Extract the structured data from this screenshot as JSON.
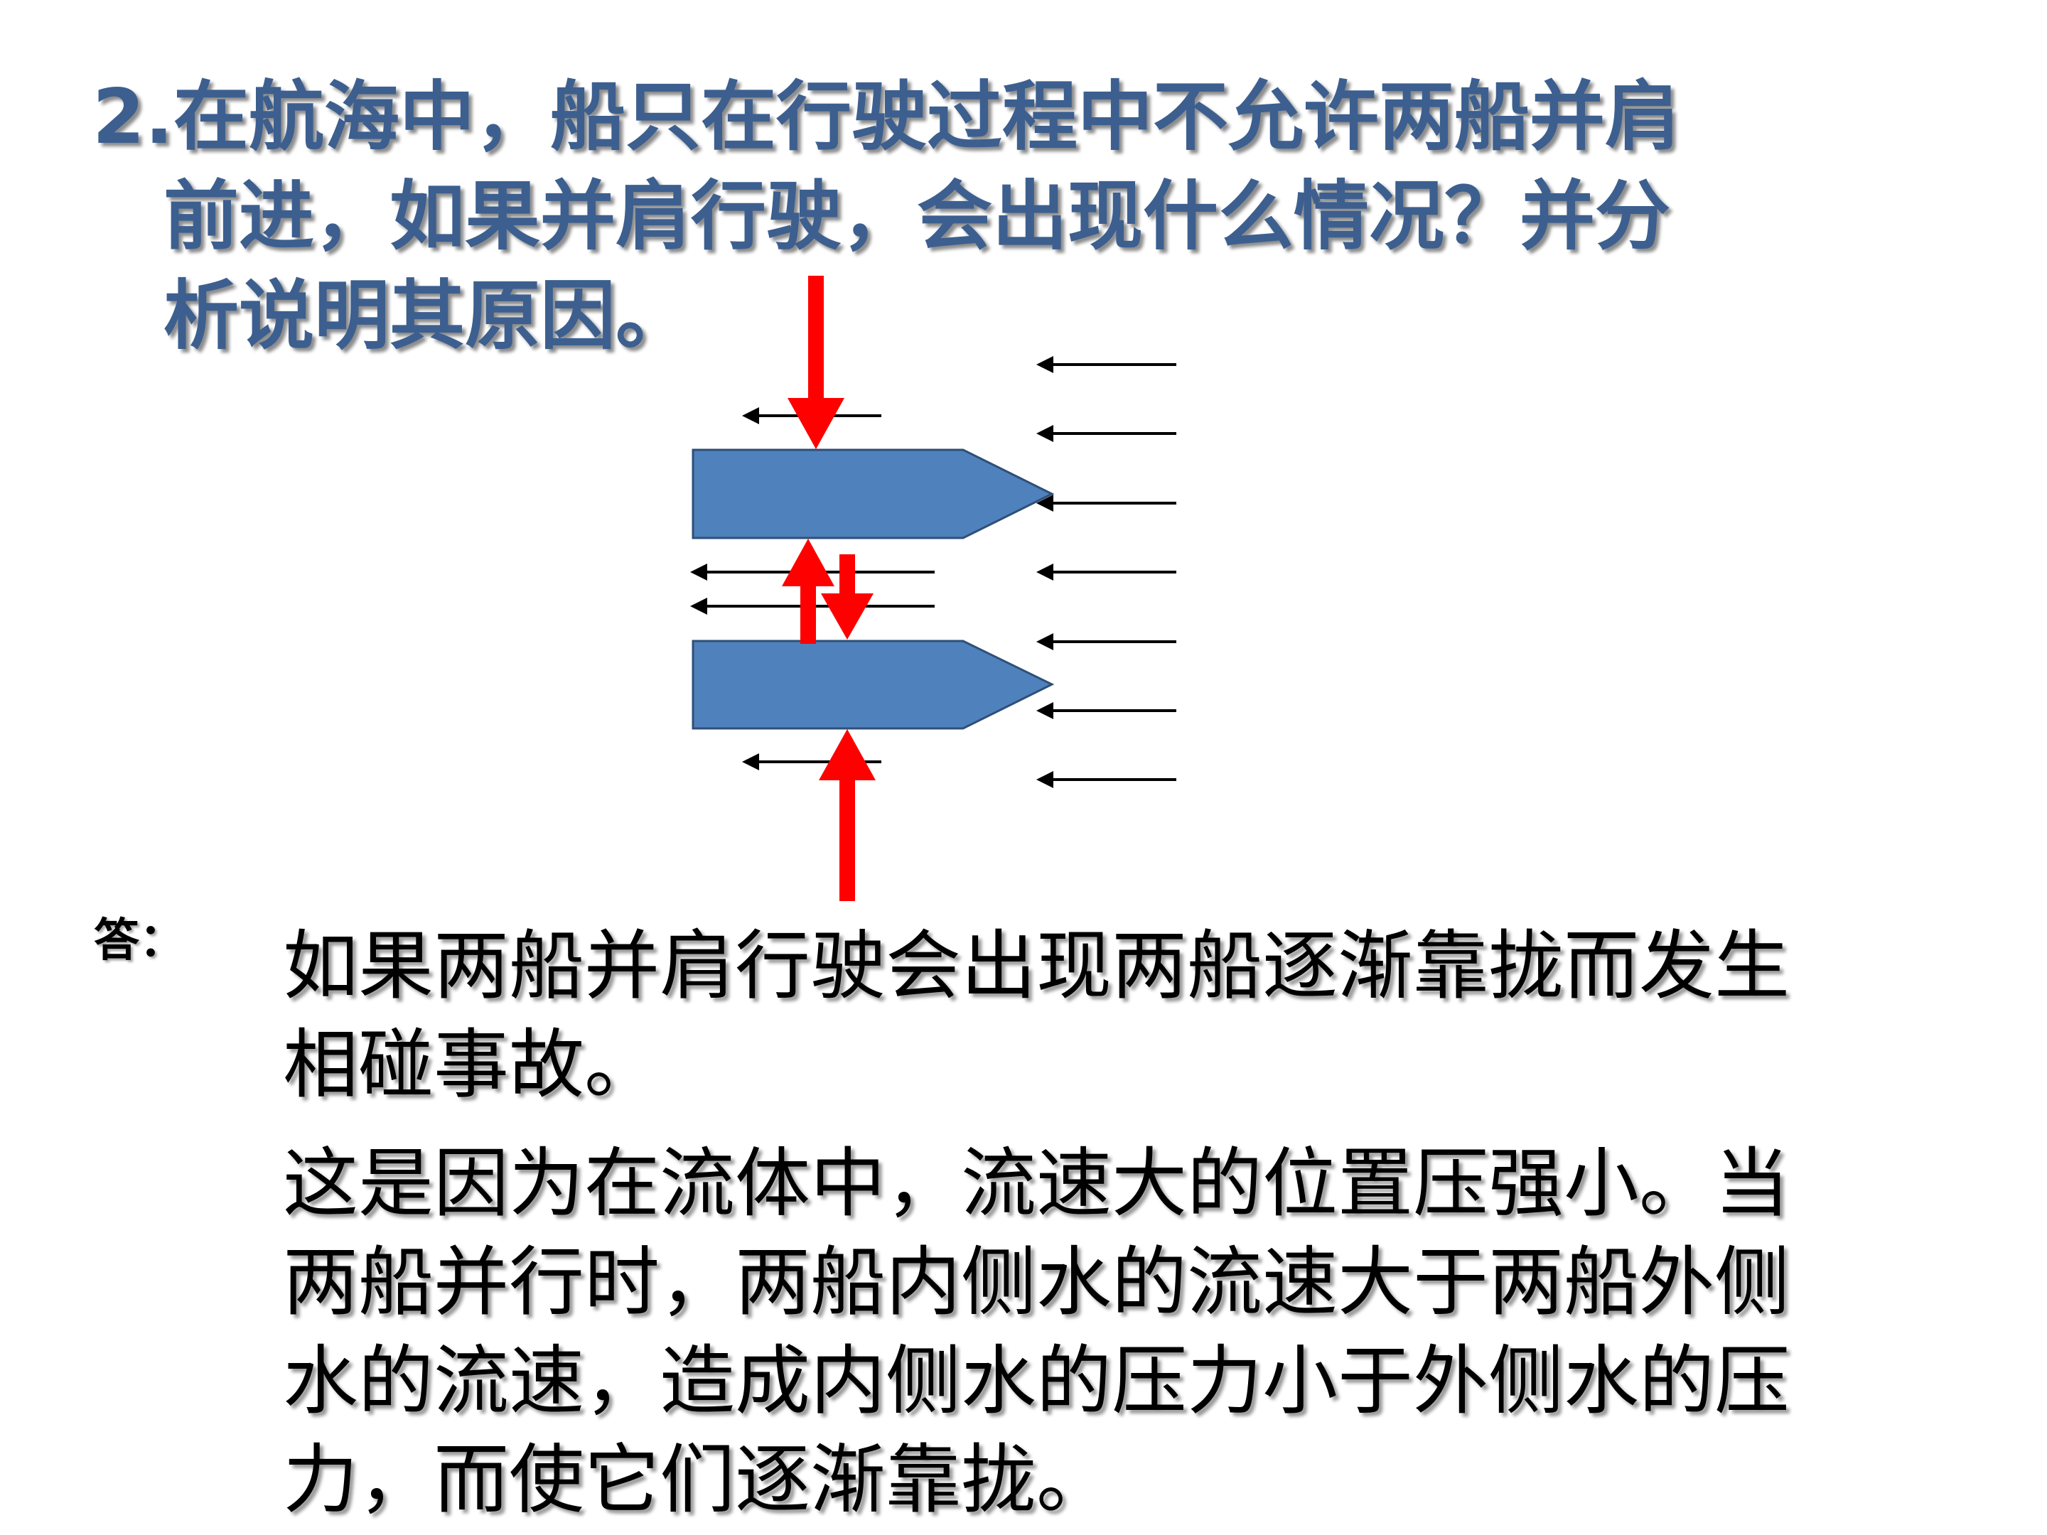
{
  "question": {
    "lines": [
      "2.在航海中，船只在行驶过程中不允许两船并肩",
      "前进，如果并肩行驶，会出现什么情况？并分",
      "析说明其原因。"
    ]
  },
  "answer": {
    "label": "答：",
    "paragraph1": [
      "如果两船并肩行驶会出现两船逐渐靠拢而发生",
      "相碰事故。"
    ],
    "paragraph2": [
      "这是因为在流体中，流速大的位置压强小。当",
      "两船并行时，两船内侧水的流速大于两船外侧",
      "水的流速，造成内侧水的压力小于外侧水的压",
      "力，而使它们逐渐靠拢。"
    ]
  },
  "diagram": {
    "ship_color": "#4f81bd",
    "force_arrow_color": "#ff0000",
    "flow_arrow_color": "#000000"
  }
}
